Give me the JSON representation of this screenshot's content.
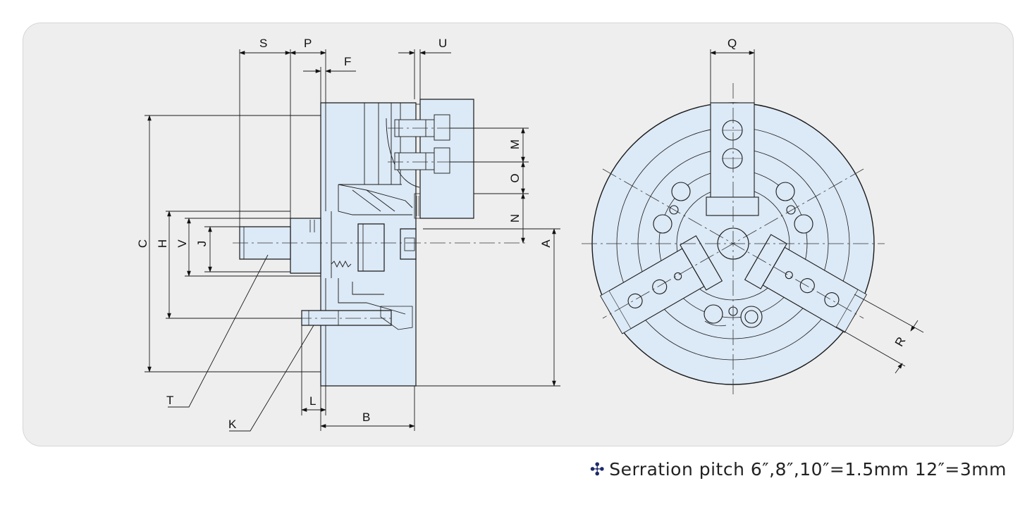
{
  "side_view": {
    "labels": {
      "S": "S",
      "P": "P",
      "F": "F",
      "U": "U",
      "C": "C",
      "H": "H",
      "V": "V",
      "J": "J",
      "M": "M",
      "O": "O",
      "N": "N",
      "A": "A",
      "T": "T",
      "K": "K",
      "L": "L",
      "B": "B"
    }
  },
  "front_view": {
    "labels": {
      "Q": "Q",
      "R": "R"
    }
  },
  "note": {
    "glyph": "✣",
    "text": "Serration pitch 6″,8″,10″=1.5mm  12″=3mm"
  },
  "colors": {
    "panel": "#eeeeee",
    "part_fill": "#dce9f6",
    "line": "#1a1a1a",
    "glyph": "#1b2a6b"
  }
}
